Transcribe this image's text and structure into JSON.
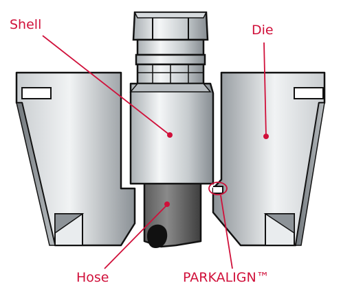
{
  "labels": {
    "shell": "Shell",
    "die": "Die",
    "hose": "Hose",
    "parkalign": "PARKALIGN™"
  },
  "colors": {
    "label_red": "#d0103a",
    "outline": "#111111",
    "metal_light": "#f2f4f5",
    "metal_dark": "#7d8489",
    "hose_dark": "#3a3a3a"
  }
}
